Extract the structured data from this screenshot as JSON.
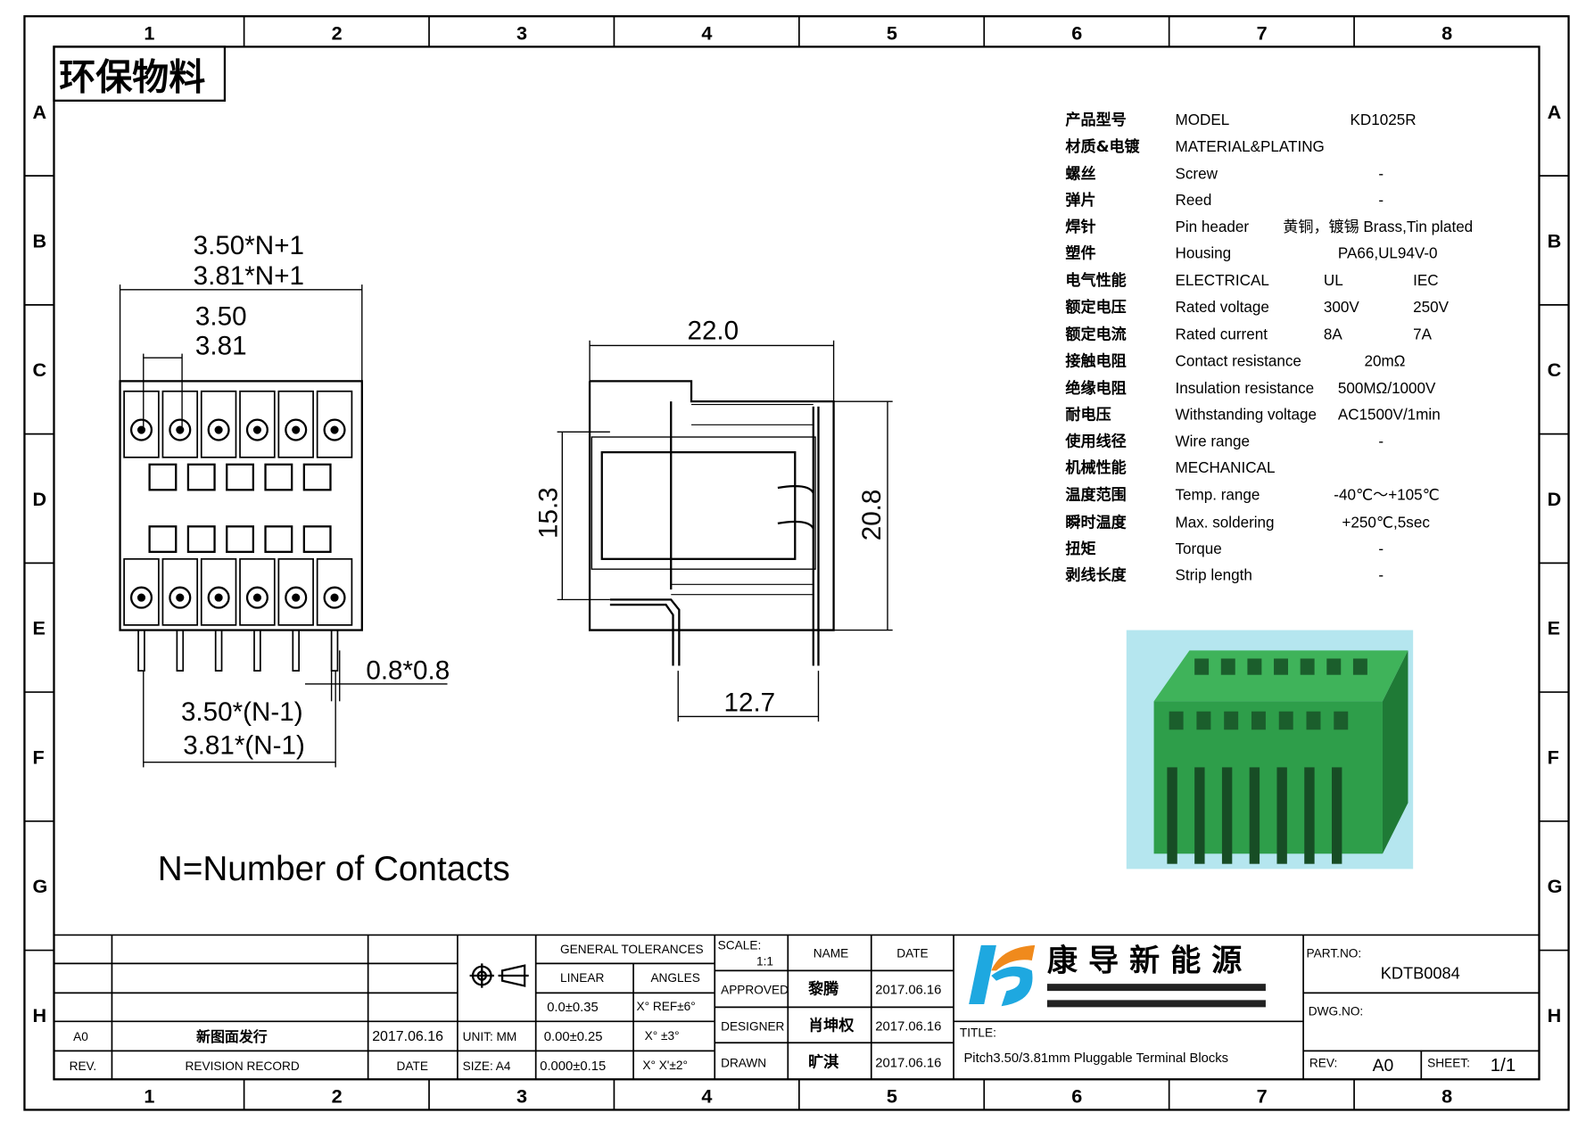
{
  "stamp": "环保物料",
  "grid": {
    "columns": [
      "1",
      "2",
      "3",
      "4",
      "5",
      "6",
      "7",
      "8"
    ],
    "rows": [
      "A",
      "B",
      "C",
      "D",
      "E",
      "F",
      "G",
      "H"
    ]
  },
  "front_view": {
    "dim_total_350": "3.50*N+1",
    "dim_total_381": "3.81*N+1",
    "dim_pitch_350": "3.50",
    "dim_pitch_381": "3.81",
    "dim_pin": "0.8*0.8",
    "dim_span_350": "3.50*(N-1)",
    "dim_span_381": "3.81*(N-1)",
    "pin_count_per_row": 6
  },
  "side_view": {
    "dim_width": "22.0",
    "dim_inner_height": "15.3",
    "dim_height": "20.8",
    "dim_pin_spacing": "12.7"
  },
  "note": "N=Number of Contacts",
  "specs": [
    {
      "cn": "产品型号",
      "en": "MODEL",
      "v1": "KD1025R",
      "v2": ""
    },
    {
      "cn": "材质&电镀",
      "en": "MATERIAL&PLATING",
      "v1": "",
      "v2": ""
    },
    {
      "cn": "螺丝",
      "en": "Screw",
      "v1": "-",
      "v2": ""
    },
    {
      "cn": "弹片",
      "en": "Reed",
      "v1": "-",
      "v2": ""
    },
    {
      "cn": "焊针",
      "en": "Pin header",
      "v1": "黄铜，镀锡 Brass,Tin plated",
      "v2": ""
    },
    {
      "cn": "塑件",
      "en": "Housing",
      "v1": "PA66,UL94V-0",
      "v2": ""
    },
    {
      "cn": "电气性能",
      "en": "ELECTRICAL",
      "v1": "UL",
      "v2": "IEC"
    },
    {
      "cn": "额定电压",
      "en": "Rated voltage",
      "v1": "300V",
      "v2": "250V"
    },
    {
      "cn": "额定电流",
      "en": "Rated current",
      "v1": "8A",
      "v2": "7A"
    },
    {
      "cn": "接触电阻",
      "en": "Contact resistance",
      "v1": "20mΩ",
      "v2": ""
    },
    {
      "cn": "绝缘电阻",
      "en": "Insulation resistance",
      "v1": "500MΩ/1000V",
      "v2": ""
    },
    {
      "cn": "耐电压",
      "en": "Withstanding voltage",
      "v1": "AC1500V/1min",
      "v2": ""
    },
    {
      "cn": "使用线径",
      "en": "Wire range",
      "v1": "-",
      "v2": ""
    },
    {
      "cn": "机械性能",
      "en": "MECHANICAL",
      "v1": "",
      "v2": ""
    },
    {
      "cn": "温度范围",
      "en": "Temp. range",
      "v1": "-40℃～+105℃",
      "v2": ""
    },
    {
      "cn": "瞬时温度",
      "en": "Max. soldering",
      "v1": "+250℃,5sec",
      "v2": ""
    },
    {
      "cn": "扭矩",
      "en": "Torque",
      "v1": "-",
      "v2": ""
    },
    {
      "cn": "剥线长度",
      "en": "Strip length",
      "v1": "-",
      "v2": ""
    }
  ],
  "title_block": {
    "revision": {
      "rev": "A0",
      "record": "新图面发行",
      "date": "2017.06.16"
    },
    "rev_header": "REV.",
    "record_header": "REVISION RECORD",
    "date_header": "DATE",
    "unit": "UNIT: MM",
    "size": "SIZE: A4",
    "tolerances_header": "GENERAL TOLERANCES",
    "linear_header": "LINEAR",
    "angles_header": "ANGLES",
    "linear": [
      "0.0±0.35",
      "0.00±0.25",
      "0.000±0.15"
    ],
    "angles": [
      "X° REF±6°",
      "X° ±3°",
      "X° X'±2°"
    ],
    "scale_label": "SCALE:",
    "scale_value": "1:1",
    "name_header": "NAME",
    "date_col_header": "DATE",
    "signoffs": [
      {
        "role": "APPROVED",
        "name": "黎腾",
        "date": "2017.06.16"
      },
      {
        "role": "DESIGNER",
        "name": "肖坤权",
        "date": "2017.06.16"
      },
      {
        "role": "DRAWN",
        "name": "旷淇",
        "date": "2017.06.16"
      }
    ],
    "company": "康 导 新 能 源",
    "title_label": "TITLE:",
    "title": "Pitch3.50/3.81mm Pluggable Terminal Blocks",
    "part_no_label": "PART.NO:",
    "part_no": "KDTB0084",
    "dwg_no_label": "DWG.NO:",
    "rev_label": "REV:",
    "rev_value": "A0",
    "sheet_label": "SHEET:",
    "sheet_value": "1/1"
  },
  "colors": {
    "logo_blue": "#1ea8e0",
    "logo_orange": "#f08a1c",
    "product_green": "#2e9e4a",
    "photo_bg": "#b5e6ef"
  }
}
